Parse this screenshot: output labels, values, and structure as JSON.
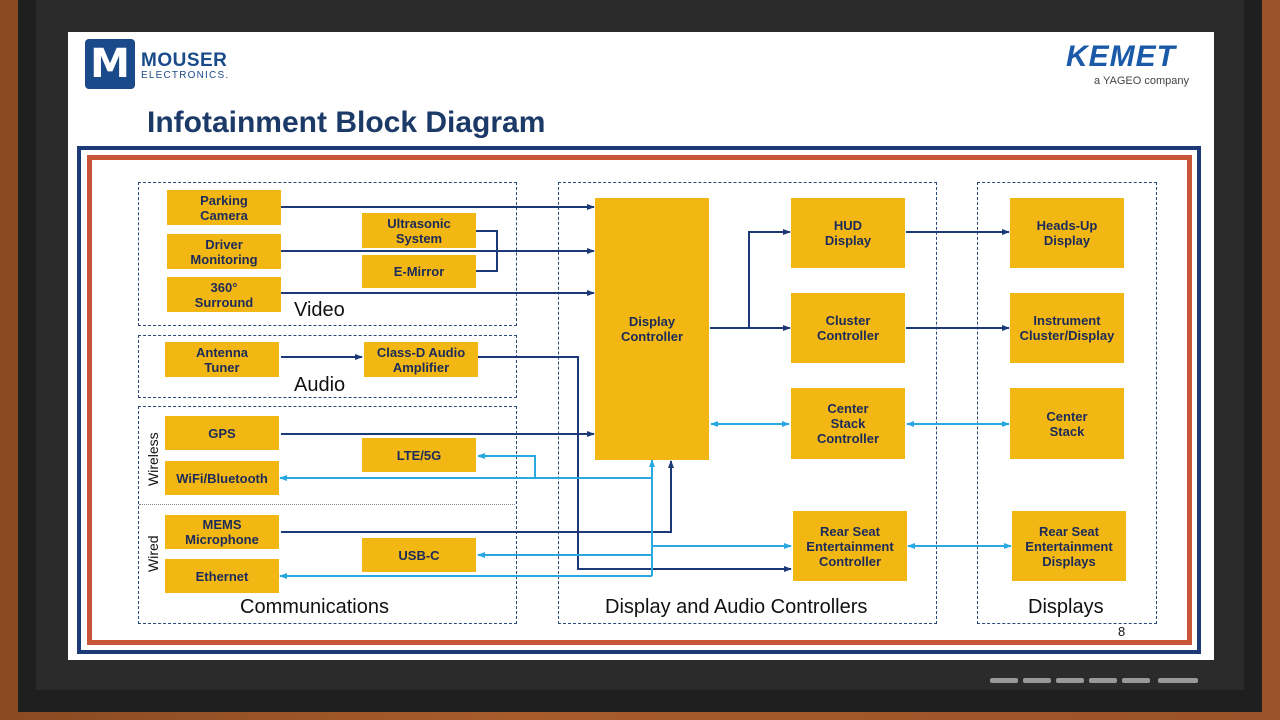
{
  "header": {
    "mouser_logo_letter": "M",
    "mouser_name": "MOUSER",
    "mouser_sub": "ELECTRONICS.",
    "kemet_name": "KEMET",
    "kemet_sub": "a YAGEO company"
  },
  "title": "Infotainment Block Diagram",
  "groups": {
    "video": "Video",
    "audio": "Audio",
    "communications": "Communications",
    "controllers": "Display and Audio Controllers",
    "displays": "Displays",
    "wireless": "Wireless",
    "wired": "Wired"
  },
  "boxes": {
    "parking_camera": "Parking\nCamera",
    "driver_monitoring": "Driver\nMonitoring",
    "surround_360": "360°\nSurround",
    "ultrasonic": "Ultrasonic\nSystem",
    "emirror": "E-Mirror",
    "antenna_tuner": "Antenna\nTuner",
    "classd": "Class-D Audio\nAmplifier",
    "gps": "GPS",
    "wifi": "WiFi/Bluetooth",
    "lte": "LTE/5G",
    "mems": "MEMS\nMicrophone",
    "ethernet": "Ethernet",
    "usbc": "USB-C",
    "display_controller": "Display\nController",
    "hud_display": "HUD\nDisplay",
    "cluster_controller": "Cluster\nController",
    "center_stack_controller": "Center\nStack\nController",
    "rear_seat_controller": "Rear Seat\nEntertainment\nController",
    "headsup_display": "Heads-Up\nDisplay",
    "instrument_cluster": "Instrument\nCluster/Display",
    "center_stack": "Center\nStack",
    "rear_seat_displays": "Rear Seat\nEntertainment\nDisplays"
  },
  "colors": {
    "box": "#f2b712",
    "box_text": "#1c2b5a",
    "wire_dark": "#1c3a78",
    "wire_light": "#29a9e0",
    "border_red": "#c8553a",
    "border_blue": "#1c3a78"
  },
  "page_number": "8"
}
